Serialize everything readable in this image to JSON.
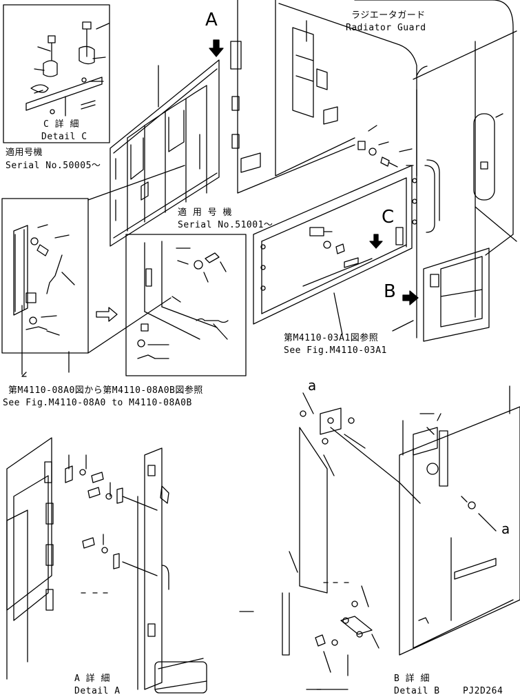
{
  "labels": {
    "radiator_guard_jp": "ラジエータガード",
    "radiator_guard_en": "Radiator Guard",
    "detail_c_jp": "C 詳 細",
    "detail_c_en": "Detail C",
    "serial1_jp": "適用号機",
    "serial1_en": "Serial No.50005～",
    "serial2_jp": "適 用 号 機",
    "serial2_en": "Serial No.51001～",
    "ref_03a1_jp": "第M4110-03A1図参照",
    "ref_03a1_en": "See Fig.M4110-03A1",
    "ref_08a0_jp": "第M4110-08A0図から第M4110-08A0B図参照",
    "ref_08a0_en": "See Fig.M4110-08A0 to M4110-08A0B",
    "detail_a_jp": "A 詳 細",
    "detail_a_en": "Detail A",
    "detail_b_jp": "B 詳 細",
    "detail_b_en": "Detail B",
    "callout_a": "A",
    "callout_b": "B",
    "callout_c": "C",
    "callout_a_small_1": "a",
    "callout_a_small_2": "a",
    "drawing_code": "PJ2D264"
  }
}
